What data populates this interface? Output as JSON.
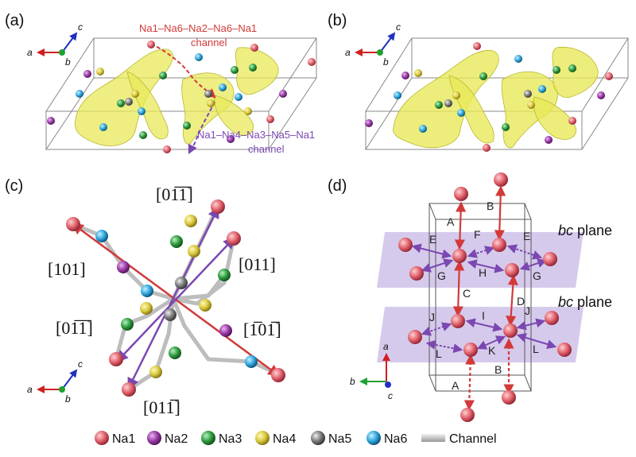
{
  "panels": {
    "a": {
      "letter": "(a)",
      "channel_red": {
        "line1": "Na1–Na6–Na2–Na6–Na1",
        "line2": "channel"
      },
      "channel_purple": {
        "line1": "Na1–Na4–Na3–Na5–Na1",
        "line2": "channel"
      }
    },
    "b": {
      "letter": "(b)"
    },
    "c": {
      "letter": "(c)",
      "directions": {
        "d_0m1m1_top": "[01̅1̅]",
        "d_101": "[101]",
        "d_011": "[011]",
        "d_0m1m1_left": "[01̅1̅]",
        "d_m10m1": "[1̅01̅]",
        "d_01m1": "[011̅]"
      }
    },
    "d": {
      "letter": "(d)",
      "plane_label": "bc plane",
      "plane_label_italic": "bc",
      "plane_label_rest": " plane",
      "jump_labels": [
        "A",
        "B",
        "E",
        "F",
        "E",
        "G",
        "H",
        "G",
        "C",
        "D",
        "I",
        "J",
        "J",
        "L",
        "K",
        "L",
        "A",
        "B"
      ]
    }
  },
  "axes": {
    "a": "a",
    "b": "b",
    "c": "c"
  },
  "legend": [
    {
      "label": "Na1",
      "color": "#e0606a"
    },
    {
      "label": "Na2",
      "color": "#9a3aa8"
    },
    {
      "label": "Na3",
      "color": "#2e9a3e"
    },
    {
      "label": "Na4",
      "color": "#d8c83a"
    },
    {
      "label": "Na5",
      "color": "#7a7a7a"
    },
    {
      "label": "Na6",
      "color": "#2ea6dc"
    },
    {
      "label": "Channel",
      "color": "#cfcfcf"
    }
  ],
  "colors": {
    "isosurface": "#e8e85a",
    "channel_red": "#d23a3a",
    "channel_purple": "#7a48b0",
    "plane": "#c8b8e6",
    "axis_a": "#d02020",
    "axis_b": "#20a030",
    "axis_c": "#2030c0"
  }
}
